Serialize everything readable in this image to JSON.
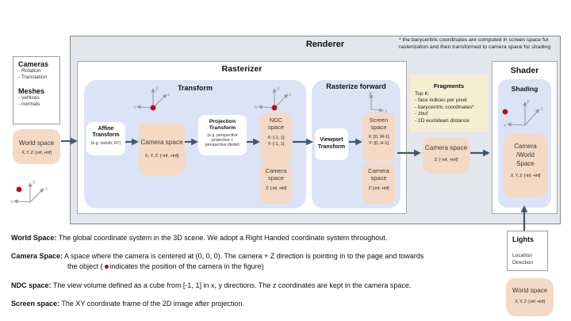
{
  "axis_labels": {
    "x": "x",
    "y": "y",
    "z": "z"
  },
  "left_panel": {
    "cameras_title": "Cameras",
    "cameras_items": [
      "- Rotation",
      "- Translation"
    ],
    "meshes_title": "Meshes",
    "meshes_items": [
      "- vertices",
      "- normals"
    ],
    "world_space": {
      "title": "World space",
      "range": "X, Y, Z: [-inf, +inf]"
    }
  },
  "renderer": {
    "title": "Renderer",
    "note_lines": [
      "* the barycentric coordinates are computed in screen space for",
      "rasterization and then transformed to camera space for shading"
    ],
    "rasterizer": {
      "title": "Rasterizer",
      "transform": {
        "title": "Transform",
        "affine": {
          "title_line1": "Affine",
          "title_line2": "Transform",
          "subtitle": "(e.g. lookAt, RT)"
        },
        "camera_space": {
          "title": "Camera space",
          "range": "X, Y, Z: [-inf, +inf]"
        },
        "projection": {
          "title_line1": "Projection",
          "title_line2": "Transform",
          "subtitle_lines": [
            "(e.g. perspective",
            "projection +",
            "perspective divide)"
          ]
        },
        "ndc_space": {
          "title_line1": "NDC",
          "title_line2": "space",
          "range_lines": [
            "X: [-1, 1]",
            "Y: [-1, 1]"
          ]
        },
        "camera_space_z": {
          "title_line1": "Camera",
          "title_line2": "space",
          "range": "Z: [-inf, +inf]"
        }
      },
      "rasterize_forward": {
        "title": "Rasterize forward",
        "viewport": {
          "title_line1": "Viewport",
          "title_line2": "Transform"
        },
        "screen_space": {
          "title_line1": "Screen",
          "title_line2": "space",
          "range_lines": [
            "X: [0, W-1]",
            "Y: [0, H-1]"
          ]
        },
        "camera_space_z": {
          "title_line1": "Camera",
          "title_line2": "space",
          "range": "Z: [-inf, +inf]"
        }
      }
    },
    "fragments": {
      "title": "Fragments",
      "lines": [
        "Top K:",
        "- face indices per pixel",
        "- barycentric coordinates*",
        "- zbuf",
        "- 2D euclidean distance"
      ]
    },
    "camera_space_mid": {
      "title": "Camera space",
      "range": "Z: [-inf, +inf]"
    },
    "shader": {
      "title": "Shader",
      "shading_title": "Shading",
      "camera_world": {
        "title_lines": [
          "Camera",
          "/World",
          "Space"
        ],
        "range": "X, Y, Z: [-inf, +inf]"
      }
    }
  },
  "lights": {
    "title": "Lights",
    "items": [
      "Location",
      "Direction"
    ]
  },
  "world_space_lights": {
    "title": "World space",
    "range": "X, Y, Z: [-inf, +inf]"
  },
  "definitions": {
    "world": {
      "term": "World Space:",
      "text": " The global coordinate system in the 3D scene. We adopt a Right Handed coordinate system throughout."
    },
    "camera": {
      "term": "Camera Space:",
      "text": " A space where the camera is centered at (0, 0, 0). The camera + Z direction is pointing in to the page and towards",
      "line2_pre": "the object (",
      "line2_post": "indicates the position of the camera in the figure)"
    },
    "ndc": {
      "term": "NDC space:",
      "text": " The view volume defined as a cube from [-1, 1] in x, y directions. The z coordinates are kept in the camera space."
    },
    "screen": {
      "term": "Screen space:",
      "text": " The XY coordinate frame of the 2D image after projection."
    }
  },
  "colors": {
    "arrow": "#3f5772",
    "peach": "#f4d9c4",
    "blue_panel": "#dbe3f7",
    "yellow_panel": "#f6eed3",
    "outer_gray": "#e3e6eb",
    "red_dot": "#c40000"
  }
}
